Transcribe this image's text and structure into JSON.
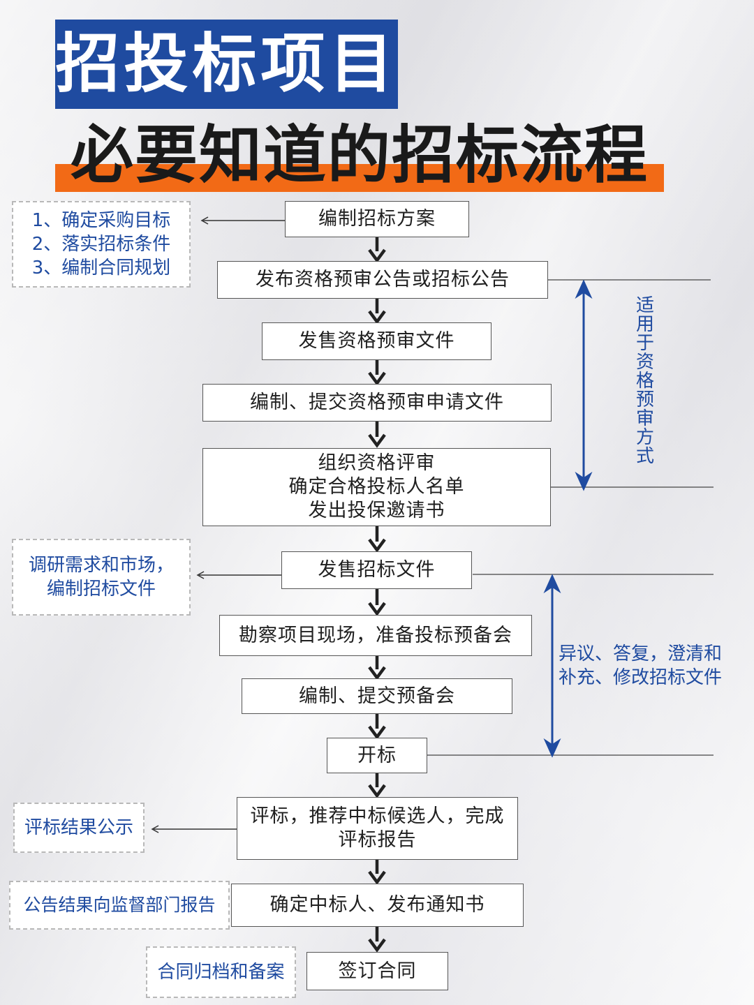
{
  "header": {
    "title": "招投标项目",
    "subtitle": "必要知道的招标流程"
  },
  "colors": {
    "title_bg": "#1f4ba0",
    "accent_bar": "#f26a16",
    "note_text": "#1f4ba0",
    "bracket_arrow": "#1f4ba0"
  },
  "steps": [
    "编制招标方案",
    "发布资格预审公告或招标公告",
    "发售资格预审文件",
    "编制、提交资格预审申请文件",
    "组织资格评审\n确定合格投标人名单\n发出投保邀请书",
    "发售招标文件",
    "勘察项目现场，准备投标预备会",
    "编制、提交预备会",
    "开标",
    "评标，推荐中标候选人，完成\n评标报告",
    "确定中标人、发布通知书",
    "签订合同"
  ],
  "notes": {
    "plan": "1、确定采购目标\n2、落实招标条件\n3、编制合同规划",
    "research": "调研需求和市场，\n编制招标文件",
    "publicity": "评标结果公示",
    "report": "公告结果向监督部门报告",
    "archive": "合同归档和备案"
  },
  "side_labels": {
    "prequal": "适用于资格预审方式",
    "objection": "异议、答复，澄清和\n补充、修改招标文件"
  }
}
